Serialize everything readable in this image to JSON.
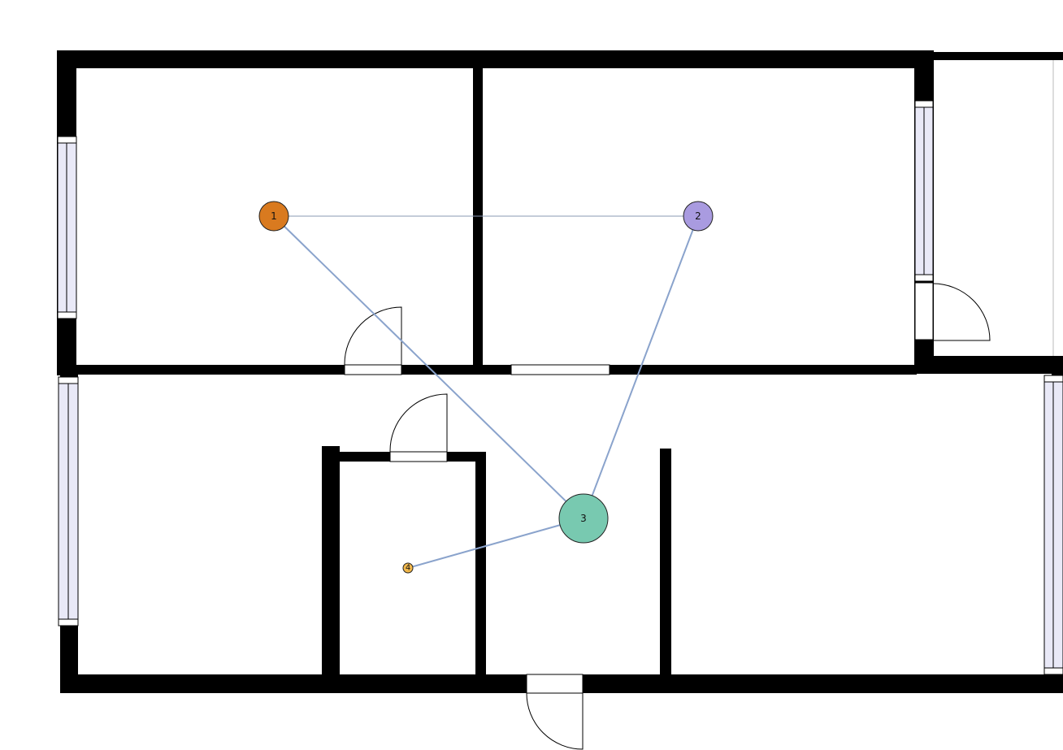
{
  "diagram": {
    "nodes": [
      {
        "id": "1",
        "label": "1",
        "color": "#d97a1f"
      },
      {
        "id": "2",
        "label": "2",
        "color": "#a99be0"
      },
      {
        "id": "3",
        "label": "3",
        "color": "#78c9b0"
      },
      {
        "id": "4",
        "label": "4",
        "color": "#f2b84b"
      }
    ],
    "edges": [
      {
        "from": "1",
        "to": "2",
        "color": "#8a99b3"
      },
      {
        "from": "1",
        "to": "3",
        "color": "#8aa3cc"
      },
      {
        "from": "2",
        "to": "3",
        "color": "#8aa3cc"
      },
      {
        "from": "3",
        "to": "4",
        "color": "#8aa3cc"
      }
    ]
  }
}
